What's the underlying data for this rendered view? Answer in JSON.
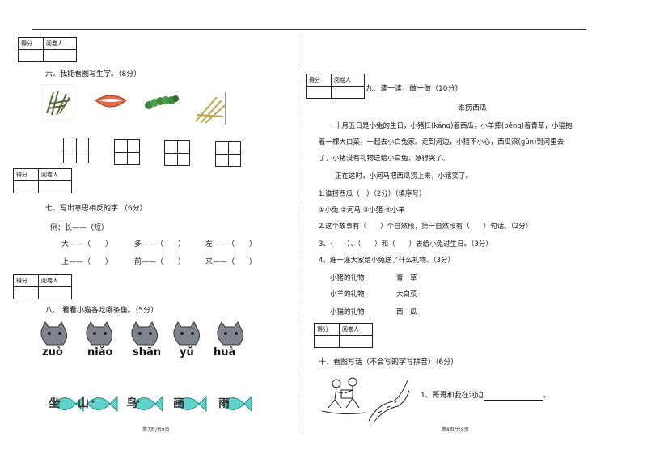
{
  "score_box": {
    "score_label": "得分",
    "reviewer_label": "阅卷人"
  },
  "q6": {
    "title": "六、我能看图写生字。（8分）",
    "pictures": [
      "grass-picture",
      "mouth-picture",
      "caterpillar-picture",
      "rice-picture"
    ]
  },
  "q7": {
    "title": "七、写出意思相反的字 （6分）",
    "example": "例：长——（短）",
    "row1": [
      "大——（　　）",
      "多——（　　）",
      "左——（　　）"
    ],
    "row2": [
      "上——（　　）",
      "前——（　　）",
      "来——（　　）"
    ]
  },
  "q8": {
    "title": "八、 看看小猫各吃哪条鱼。（5分）",
    "pinyin": [
      "zuò",
      "niǎo",
      "shān",
      "yǔ",
      "huà"
    ],
    "fish_chars": [
      "坐",
      "山",
      "鸟",
      "画",
      "雨"
    ]
  },
  "q9": {
    "title": "九、读一读，做一做（10分）",
    "story_title": "谁捞西瓜",
    "para1": [
      "十月五日是小兔的生日，小猪扛(káng)着西瓜，小羊捧(pěng)着青草，小猫抱",
      "着一棵大白菜，一起去小白兔家。走到河边，小猪不小心，西瓜滚(gǔn)到河里去",
      "了，小猪没有礼物送给小白兔，急得哭了。"
    ],
    "para2": "正在这时，小河马把西瓜捞上来，小猪笑了。",
    "q1": "1.谁捞西瓜（　）（2分）（填序号）",
    "q1_options": "①小兔 ②河马 ③小猪 ④小羊",
    "q2": "2.这个故事有（　　）个自然段，第一自然段有（　　）句话。（2分）",
    "q3": "3、（　　）、（　　）和（　　）去给小兔过生日。（3分）",
    "q4": "4、连一连大家给小兔送了什么礼物。（3分）",
    "match_left": [
      "小猪的礼物",
      "小羊的礼物",
      "小猫的礼物"
    ],
    "match_right": [
      "青　草",
      "大白菜",
      "西　瓜"
    ]
  },
  "q10": {
    "title": "十、看图写话（不会写的字写拼音）（6分）",
    "prompt": "1、哥哥和我在河边",
    "end": "。"
  },
  "footer": {
    "left": "第7页/共8页",
    "right": "第8页/共8页"
  }
}
